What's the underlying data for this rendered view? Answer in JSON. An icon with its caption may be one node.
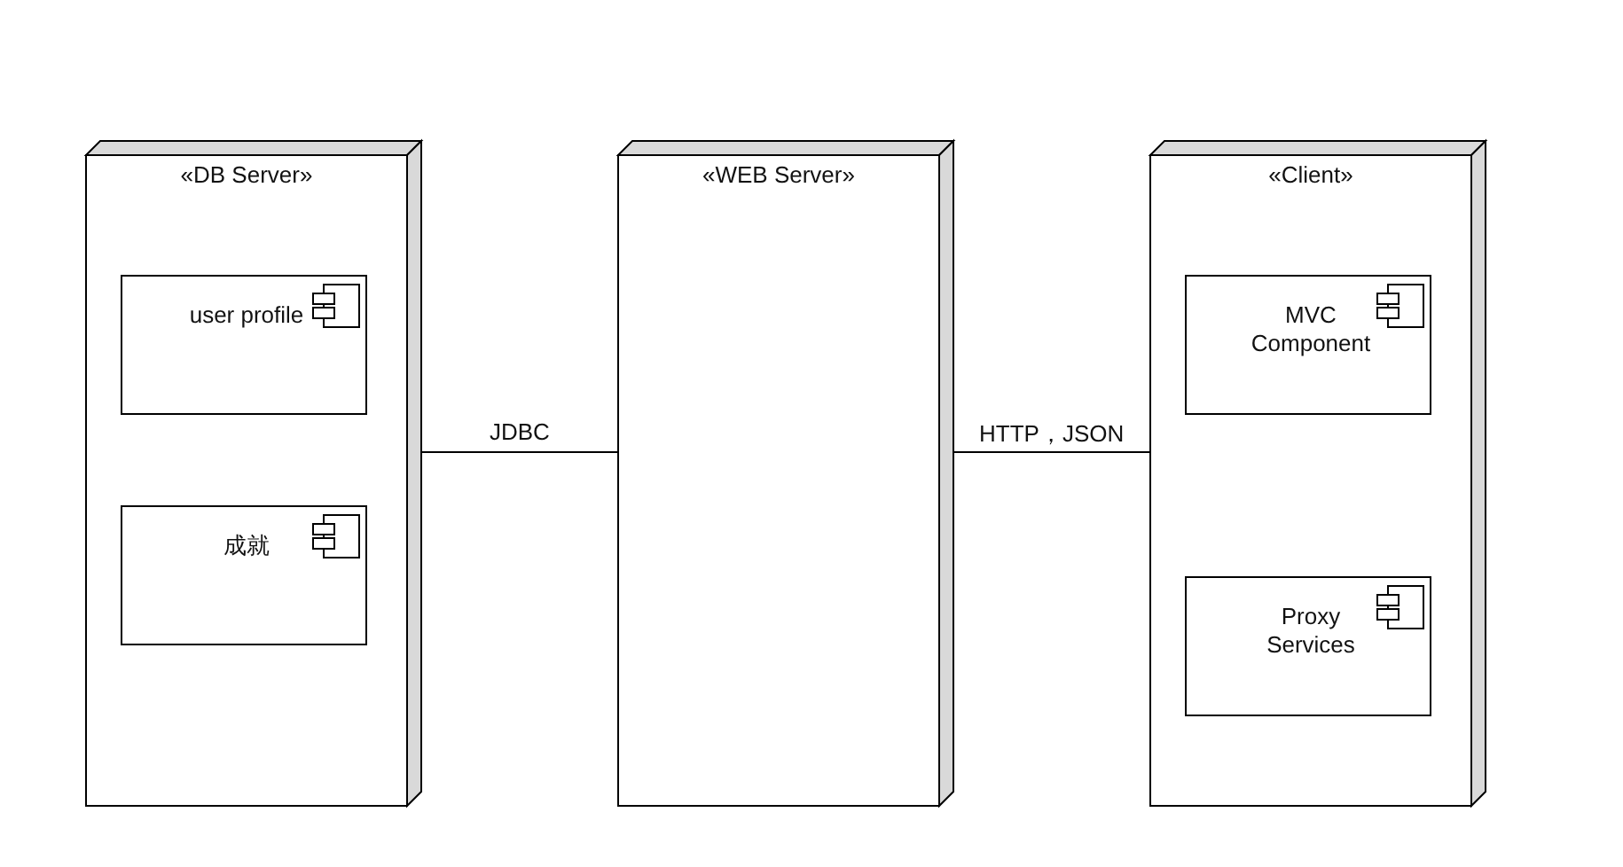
{
  "diagram": {
    "nodes": [
      {
        "text": [
          "«DB Server»"
        ]
      },
      {
        "text": [
          "user profile"
        ],
        "in": 0
      },
      {
        "text": [
          "成就"
        ],
        "in": 0
      },
      {
        "text": [
          "«WEB Server»"
        ]
      },
      {
        "text": [
          "«Client»"
        ]
      },
      {
        "text": [
          "MVC Component"
        ],
        "in": 4
      },
      {
        "text": [
          "Proxy Services"
        ],
        "in": 4
      }
    ],
    "edges": [
      {
        "from": 0,
        "to": 3,
        "arrow": "none",
        "label": "JDBC"
      },
      {
        "from": 3,
        "to": 4,
        "arrow": "none",
        "label": "HTTP，JSON"
      }
    ]
  }
}
